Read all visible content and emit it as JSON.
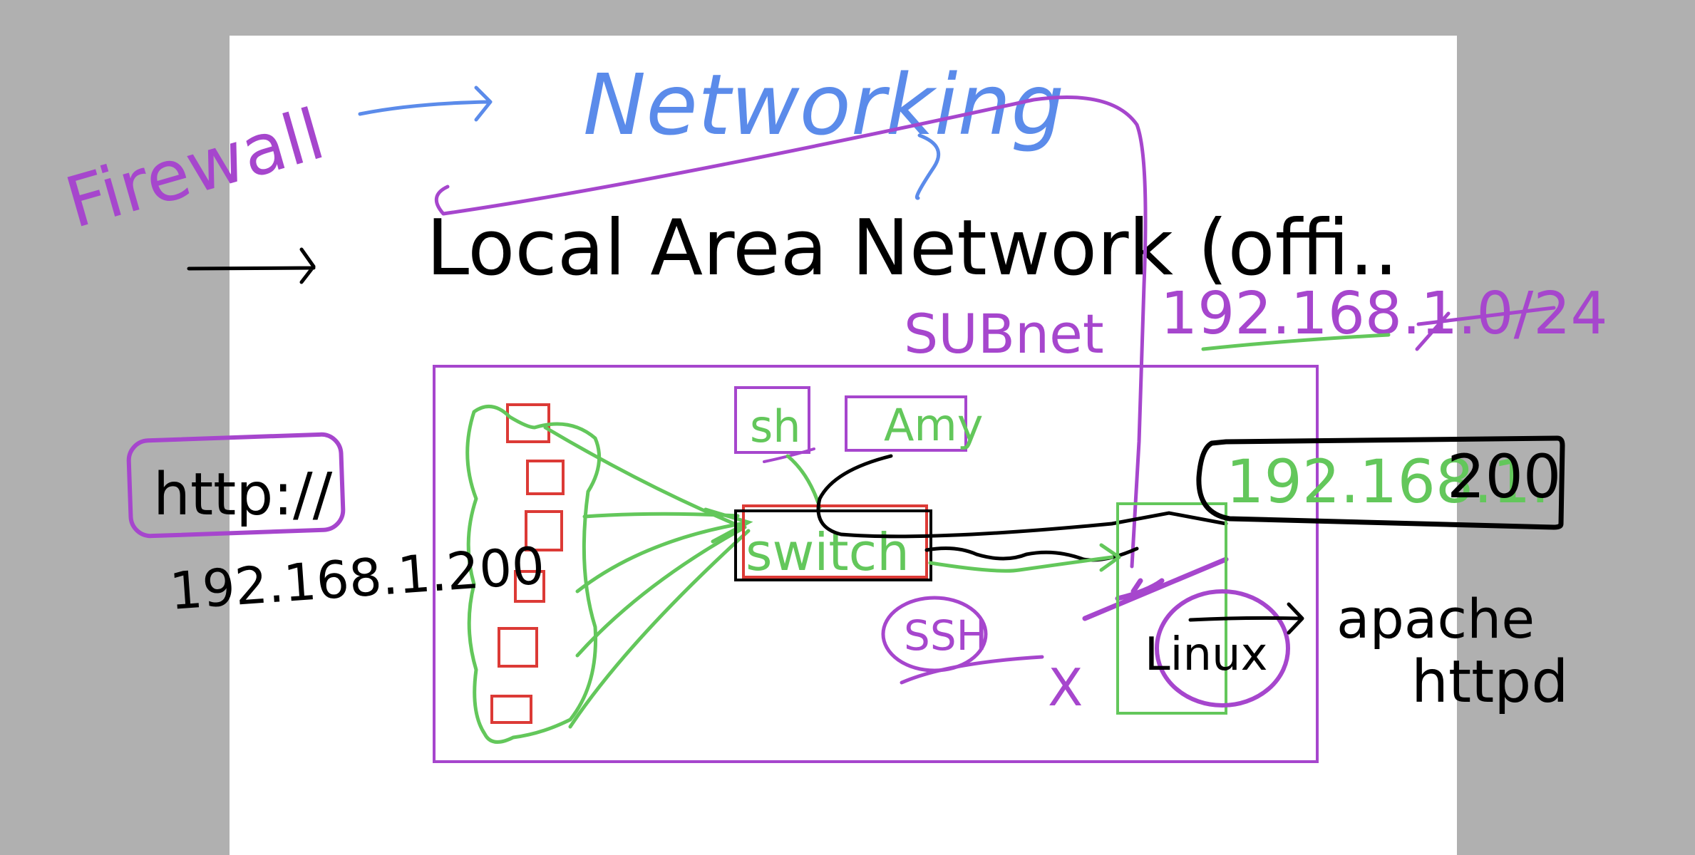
{
  "colors": {
    "background": "#b0b0b0",
    "paper": "#ffffff",
    "black_ink": "#000000",
    "purple_ink": "#a646cd",
    "green_ink": "#63c75b",
    "blue_ink": "#5b8bea",
    "red_ink": "#dc3a36"
  },
  "labels": {
    "firewall": "Firewall",
    "networking": "Networking",
    "lan_title": "Local Area Network (offi..",
    "subnet": "SUBnet",
    "subnet_cidr": "192.168.1.0/24",
    "http": "http://",
    "client_ip": "192.168.1.200",
    "sh": "sh",
    "amy": "Amy",
    "switch": "switch",
    "server_ip_green": "192.168.1.",
    "server_ip_black": "200",
    "ssh": "SSH",
    "cross": "X",
    "linux": "Linux",
    "apache": "apache",
    "httpd": "httpd"
  },
  "diagram": {
    "client_devices": 6
  }
}
